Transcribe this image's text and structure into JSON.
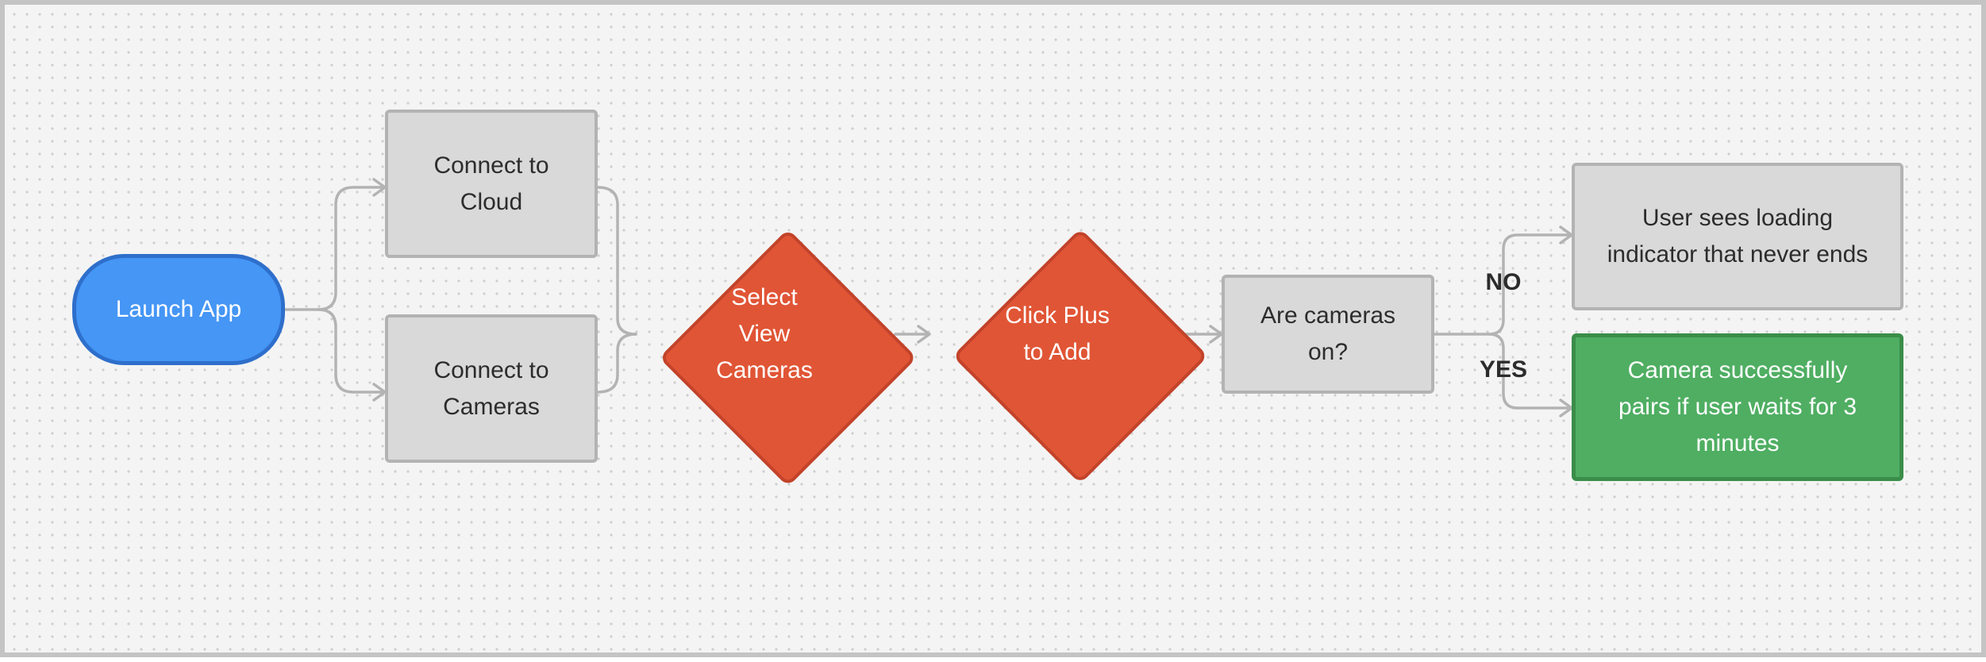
{
  "diagram": {
    "nodes": {
      "launch_app": {
        "label": "Launch App",
        "shape": "terminal",
        "color": "#4596f5"
      },
      "connect_cloud": {
        "label_line1": "Connect to",
        "label_line2": "Cloud",
        "shape": "process"
      },
      "connect_cameras": {
        "label_line1": "Connect to",
        "label_line2": "Cameras",
        "shape": "process"
      },
      "select_view_cameras": {
        "label_line1": "Select",
        "label_line2": "View",
        "label_line3": "Cameras",
        "shape": "decision",
        "color": "#e05535"
      },
      "click_plus": {
        "label_line1": "Click Plus",
        "label_line2": "to Add",
        "shape": "decision",
        "color": "#e05535"
      },
      "cameras_on": {
        "label_line1": "Are cameras",
        "label_line2": "on?",
        "shape": "process"
      },
      "loading_never_ends": {
        "label_line1": "User sees loading",
        "label_line2": "indicator that never ends",
        "shape": "process"
      },
      "camera_pairs": {
        "label_line1": "Camera successfully",
        "label_line2": "pairs if user waits for 3",
        "label_line3": "minutes",
        "shape": "process",
        "color": "#4fae62"
      }
    },
    "edge_labels": {
      "no": "NO",
      "yes": "YES"
    },
    "colors": {
      "connector": "#b3b3b3",
      "process_fill": "#d9d9d9",
      "decision_fill": "#e05535",
      "decision_border": "#c2432a",
      "terminal_fill": "#4596f5",
      "success_fill": "#4fae62"
    }
  }
}
